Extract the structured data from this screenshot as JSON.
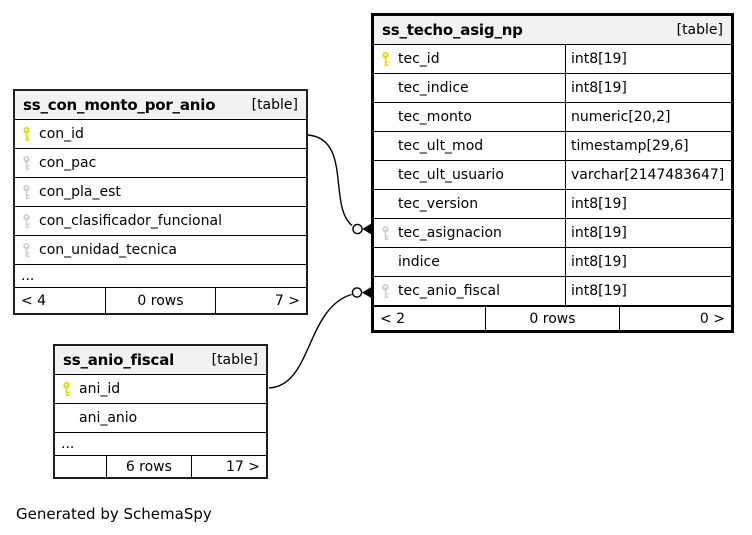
{
  "page": {
    "credit": "Generated by SchemaSpy"
  },
  "colors": {
    "primary_key": "#e0e000",
    "foreign_key": "#d2d2d2",
    "header_bg": "#f2f2f2",
    "line": "#000000"
  },
  "tables": {
    "techo": {
      "title": "ss_techo_asig_np",
      "badge": "[table]",
      "columns": [
        {
          "name": "tec_id",
          "type": "int8[19]",
          "key": "primary"
        },
        {
          "name": "tec_indice",
          "type": "int8[19]",
          "key": "none"
        },
        {
          "name": "tec_monto",
          "type": "numeric[20,2]",
          "key": "none"
        },
        {
          "name": "tec_ult_mod",
          "type": "timestamp[29,6]",
          "key": "none"
        },
        {
          "name": "tec_ult_usuario",
          "type": "varchar[2147483647]",
          "key": "none"
        },
        {
          "name": "tec_version",
          "type": "int8[19]",
          "key": "none"
        },
        {
          "name": "tec_asignacion",
          "type": "int8[19]",
          "key": "foreign"
        },
        {
          "name": "indice",
          "type": "int8[19]",
          "key": "none"
        },
        {
          "name": "tec_anio_fiscal",
          "type": "int8[19]",
          "key": "foreign"
        }
      ],
      "footer": {
        "left": "< 2",
        "center": "0 rows",
        "right": "0 >"
      }
    },
    "con": {
      "title": "ss_con_monto_por_anio",
      "badge": "[table]",
      "columns": [
        {
          "name": "con_id",
          "key": "primary"
        },
        {
          "name": "con_pac",
          "key": "foreign"
        },
        {
          "name": "con_pla_est",
          "key": "foreign"
        },
        {
          "name": "con_clasificador_funcional",
          "key": "foreign"
        },
        {
          "name": "con_unidad_tecnica",
          "key": "foreign"
        }
      ],
      "ellipsis": "...",
      "footer": {
        "left": "< 4",
        "center": "0 rows",
        "right": "7 >"
      }
    },
    "anio": {
      "title": "ss_anio_fiscal",
      "badge": "[table]",
      "columns": [
        {
          "name": "ani_id",
          "key": "primary"
        },
        {
          "name": "ani_anio",
          "key": "none"
        }
      ],
      "ellipsis": "...",
      "footer": {
        "left": "",
        "center": "6 rows",
        "right": "17 >"
      }
    }
  },
  "relationships": [
    {
      "from": "ss_con_monto_por_anio.con_id",
      "to": "ss_techo_asig_np.tec_asignacion"
    },
    {
      "from": "ss_anio_fiscal.ani_id",
      "to": "ss_techo_asig_np.tec_anio_fiscal"
    }
  ]
}
